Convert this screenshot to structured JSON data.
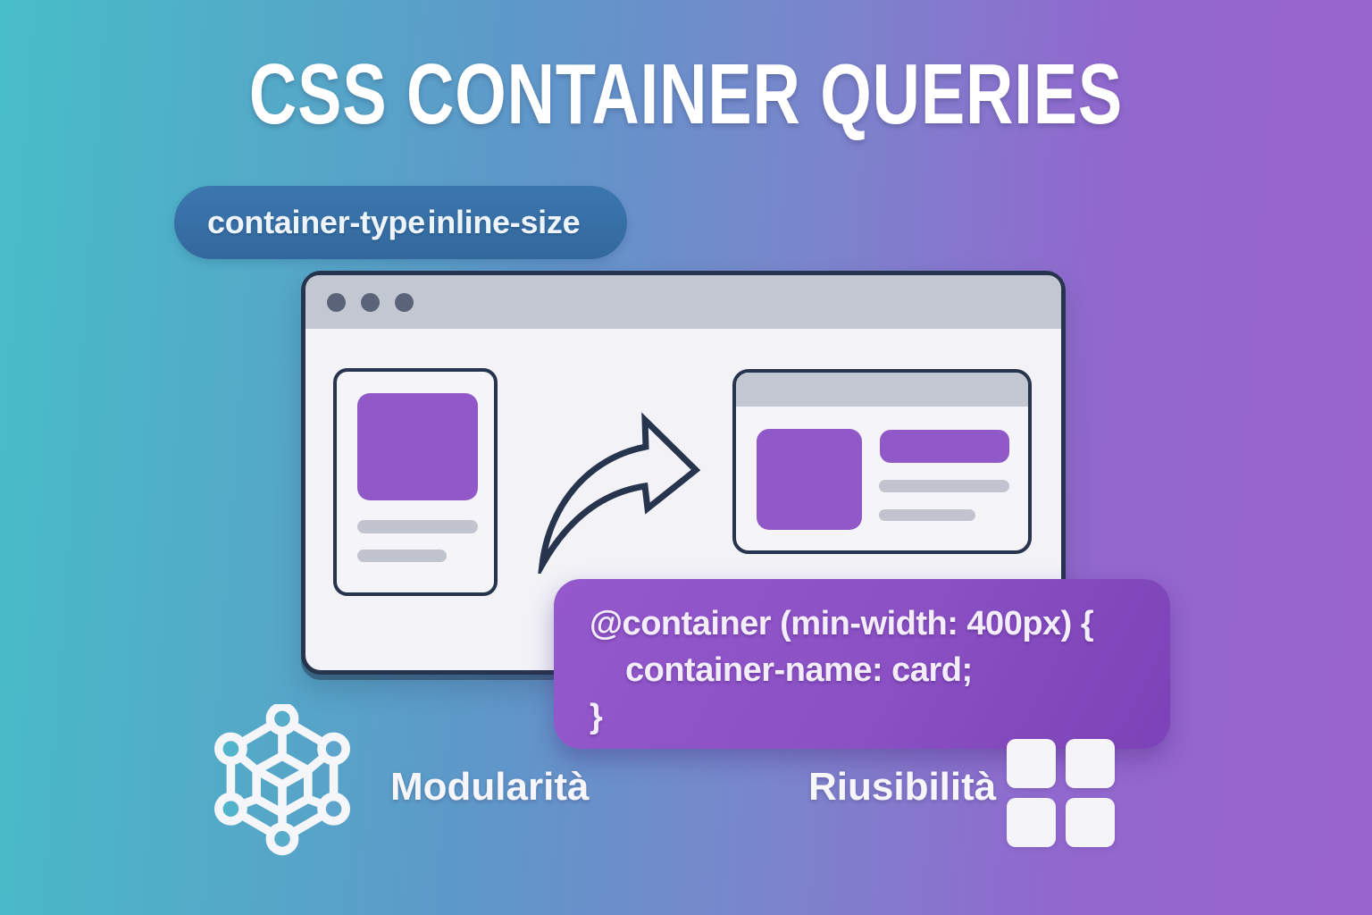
{
  "title": "CSS CONTAINER QUERIES",
  "property_badge": {
    "label": "container-type inline-size"
  },
  "code_block": {
    "line1": "@container (min-width: 400px) {",
    "line2": "container-name: card;",
    "line3": "}"
  },
  "features": {
    "modularity": {
      "icon": "cube-network-icon",
      "label": "Modularità"
    },
    "reusability": {
      "icon": "grid-icon",
      "label": "Riusibilità"
    }
  },
  "colors": {
    "gradient_start": "#47bec8",
    "gradient_end": "#9a64cd",
    "badge_blue": "#3873aa",
    "code_purple": "#8a50c4",
    "accent_purple": "#9158c8",
    "window_chrome_gray": "#c3c7d1",
    "outline_navy": "#27344e",
    "placeholder_gray": "#c1c4ce",
    "surface": "#f2f2f7"
  }
}
